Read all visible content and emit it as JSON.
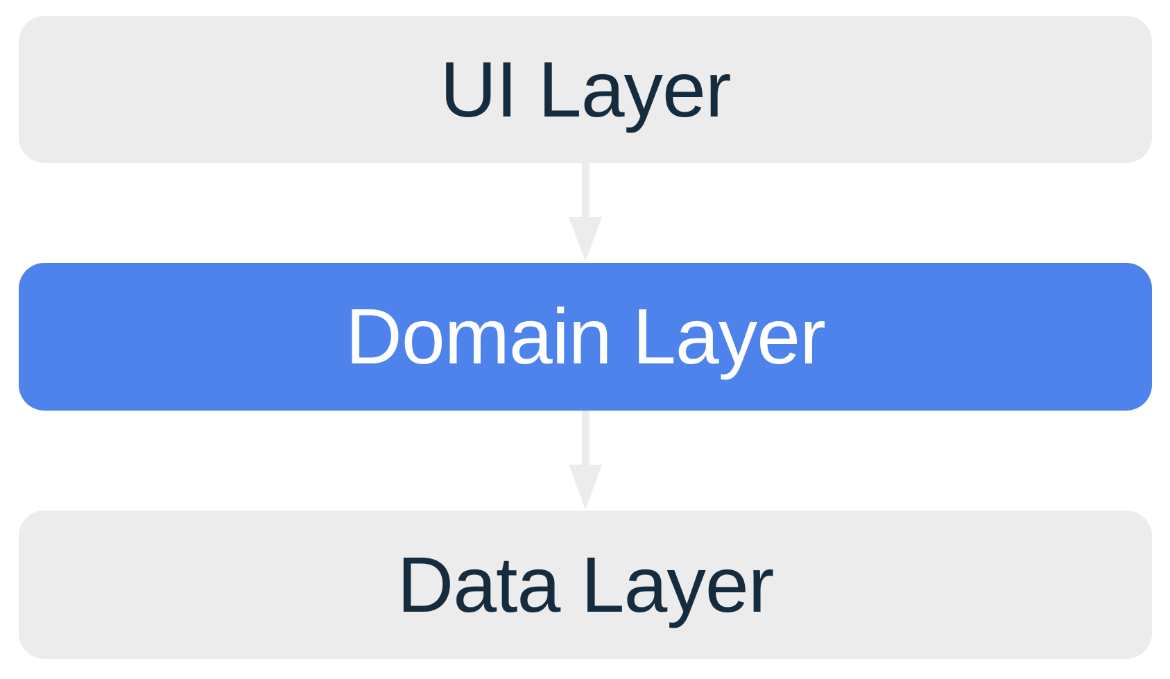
{
  "diagram": {
    "layers": [
      {
        "label": "UI Layer",
        "variant": "neutral"
      },
      {
        "label": "Domain Layer",
        "variant": "accent"
      },
      {
        "label": "Data Layer",
        "variant": "neutral"
      }
    ],
    "arrows": [
      {
        "from": "UI Layer",
        "to": "Domain Layer",
        "direction": "down"
      },
      {
        "from": "Domain Layer",
        "to": "Data Layer",
        "direction": "down"
      }
    ],
    "colors": {
      "canvas_bg": "#ffffff",
      "neutral_box_bg": "#ececec",
      "neutral_box_text": "#152c3f",
      "accent_box_bg": "#4d83ea",
      "accent_box_text": "#ffffff",
      "arrow": "#ececec"
    }
  }
}
